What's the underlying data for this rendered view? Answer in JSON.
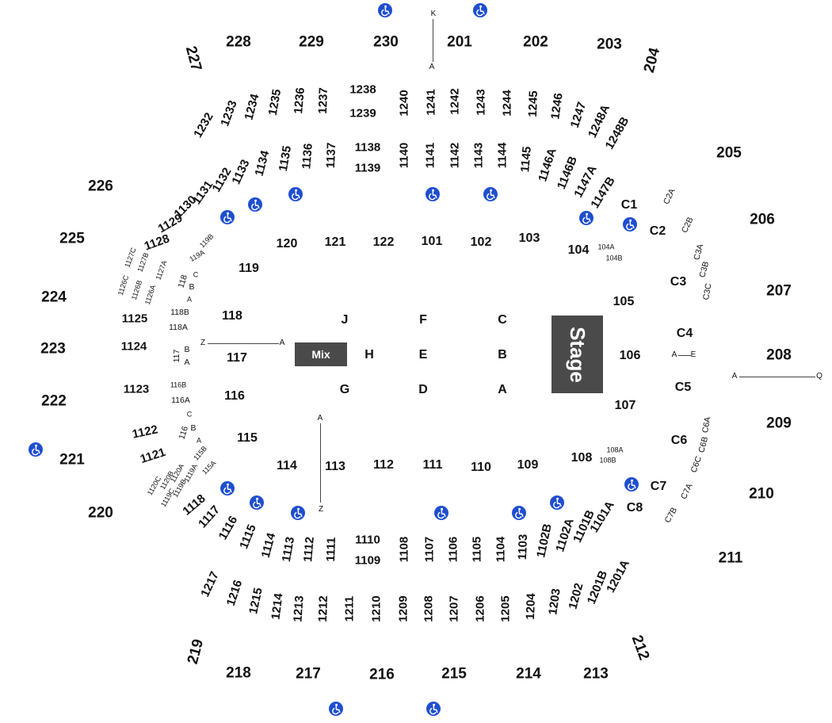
{
  "venue": {
    "stage_label": "Stage",
    "mix_label": "Mix"
  },
  "sections_200": [
    "227",
    "228",
    "229",
    "230",
    "201",
    "202",
    "203",
    "204",
    "205",
    "206",
    "207",
    "208",
    "209",
    "210",
    "211",
    "212",
    "213",
    "214",
    "215",
    "216",
    "217",
    "218",
    "219",
    "220",
    "221",
    "222",
    "223",
    "224",
    "225",
    "226"
  ],
  "sections_1200_upper": [
    "1232",
    "1233",
    "1234",
    "1235",
    "1236",
    "1237",
    "1238",
    "1239",
    "1240",
    "1241",
    "1242",
    "1243",
    "1244",
    "1245",
    "1246",
    "1247",
    "1248A",
    "1248B"
  ],
  "sections_1200_lower": [
    "1217",
    "1216",
    "1215",
    "1214",
    "1213",
    "1212",
    "1211",
    "1210",
    "1209",
    "1208",
    "1207",
    "1206",
    "1205",
    "1204",
    "1203",
    "1202",
    "1201B",
    "1201A"
  ],
  "sections_1100": [
    "1134",
    "1133",
    "1132",
    "1131",
    "1130",
    "1129",
    "1128",
    "1135",
    "1136",
    "1137",
    "1138",
    "1139",
    "1140",
    "1141",
    "1142",
    "1143",
    "1144",
    "1145",
    "1146A",
    "1146B",
    "1147A",
    "1147B",
    "1125",
    "1124",
    "1123",
    "1122",
    "1121",
    "1118",
    "1117",
    "1116",
    "1115",
    "1114",
    "1113",
    "1112",
    "1111",
    "1110",
    "1109",
    "1108",
    "1107",
    "1106",
    "1105",
    "1104",
    "1103",
    "1102B",
    "1102A",
    "1101B",
    "1101A"
  ],
  "sections_100": [
    "120",
    "121",
    "122",
    "101",
    "102",
    "103",
    "104",
    "119",
    "118",
    "117",
    "116",
    "115",
    "114",
    "113",
    "112",
    "111",
    "110",
    "109",
    "108",
    "105",
    "106",
    "107"
  ],
  "club_sections": [
    "C1",
    "C2",
    "C3",
    "C4",
    "C5",
    "C6",
    "C7",
    "C8"
  ],
  "floor_rows": [
    "J",
    "F",
    "C",
    "H",
    "E",
    "B",
    "G",
    "D",
    "A"
  ],
  "small_labels": [
    "119B",
    "119A",
    "1127C",
    "1127B",
    "1127A",
    "1126C",
    "1126B",
    "1126A",
    "118",
    "C",
    "B",
    "A",
    "118B",
    "118A",
    "117",
    "B",
    "A",
    "116B",
    "116A",
    "C",
    "116",
    "B",
    "A",
    "115B",
    "115A",
    "1120A",
    "1119A",
    "1120B",
    "1119B",
    "1120C",
    "1119C",
    "104A",
    "104B",
    "108A",
    "108B",
    "C2A",
    "C2B",
    "C3A",
    "C3B",
    "C3C",
    "C6A",
    "C6B",
    "C6C",
    "C7A",
    "C7B",
    "A",
    "E"
  ],
  "row_markers": {
    "top_k": "K",
    "top_a": "A",
    "left_z": "Z",
    "left_a": "A",
    "vert_a": "A",
    "vert_z": "Z",
    "right_a": "A",
    "right_q": "Q"
  },
  "accessibility_icon": "wheelchair-icon",
  "accessibility_count": 18,
  "colors": {
    "stage": "#4a4a4a",
    "accessible": "#1f4fcf",
    "text": "#111111"
  }
}
